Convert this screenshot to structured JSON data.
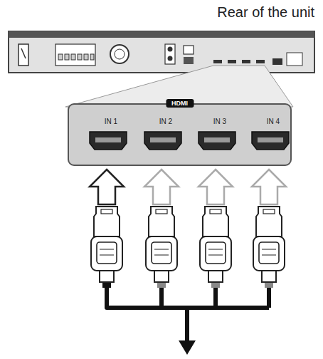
{
  "diagram": {
    "nodes": [
      {
        "text": [
          "HDMI"
        ]
      },
      {
        "text": [
          "IN 1"
        ],
        "in": 0
      },
      {
        "text": [
          "IN 2"
        ],
        "in": 0
      },
      {
        "text": [
          "IN 3"
        ],
        "in": 0
      },
      {
        "text": [
          "IN 4"
        ],
        "in": 0
      }
    ],
    "labels": [
      "Rear of the unit"
    ]
  }
}
